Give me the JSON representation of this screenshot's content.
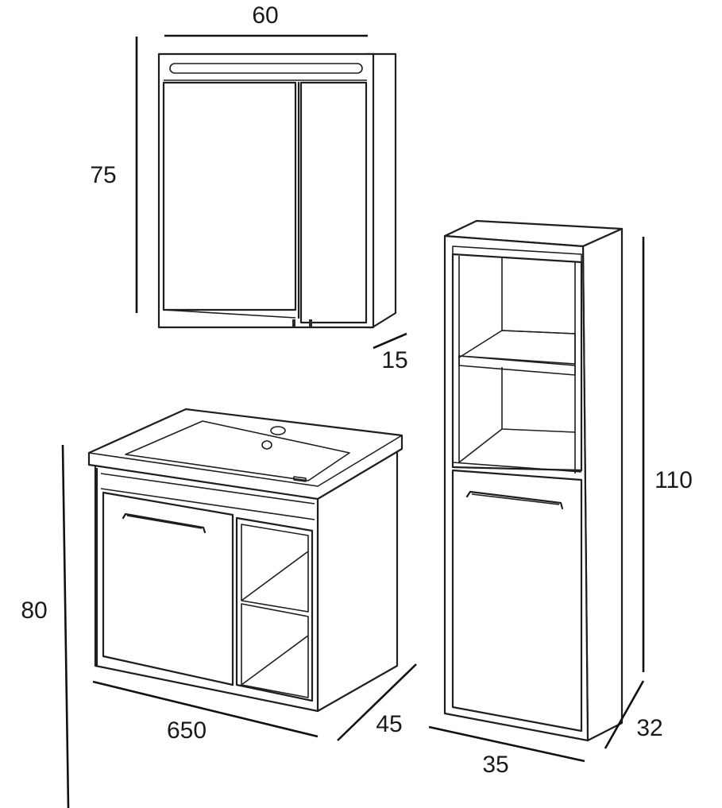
{
  "dimensions": {
    "mirror_cabinet_width": "60",
    "mirror_cabinet_height": "75",
    "mirror_cabinet_depth": "15",
    "vanity_height": "80",
    "vanity_width": "650",
    "vanity_depth": "45",
    "tall_cabinet_height": "110",
    "tall_cabinet_width": "35",
    "tall_cabinet_depth": "32"
  },
  "colors": {
    "line": "#1e1e1e",
    "background": "#ffffff"
  }
}
